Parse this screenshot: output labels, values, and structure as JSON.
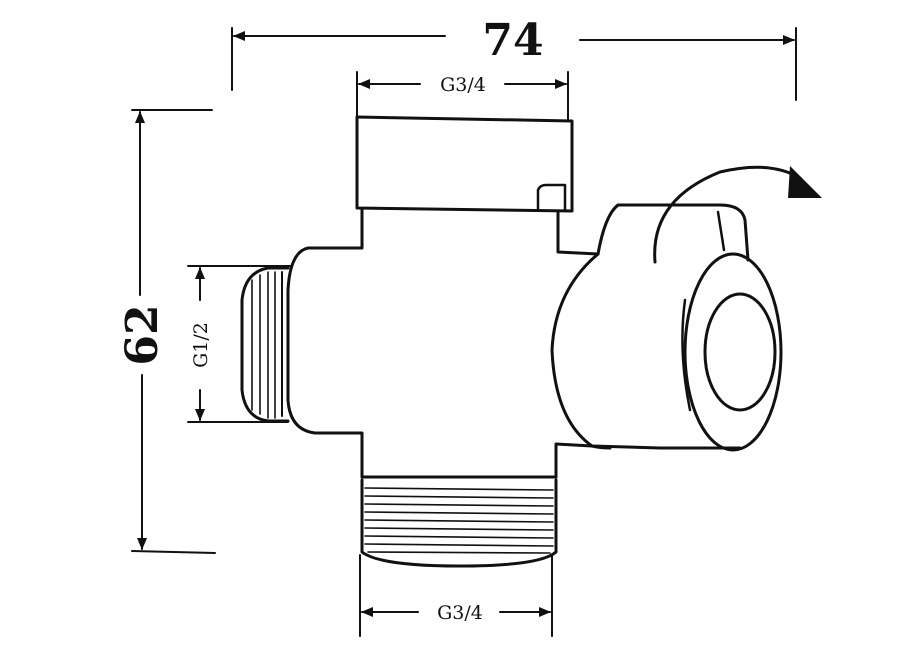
{
  "dimensions": {
    "width": "74",
    "height": "62",
    "top_thread": "G3/4",
    "left_thread": "G1/2",
    "bottom_thread": "G3/4"
  },
  "colors": {
    "line": "#111111",
    "background": "#ffffff"
  }
}
